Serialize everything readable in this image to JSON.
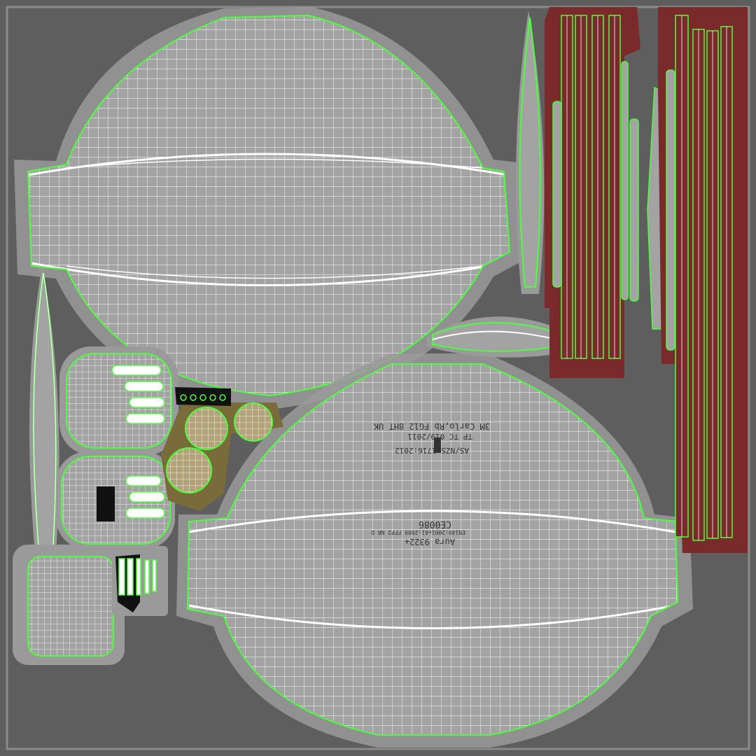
{
  "colors": {
    "background": "#5e5e5e",
    "frame": "#8a8a8a",
    "padding": "#9a9a9a",
    "island_fill": "#a3a3a3",
    "wire": "#ffffff",
    "seam": "#4cff3c",
    "strap_red": "#7a2a2a",
    "valve_tan": "#7a6b3a",
    "dark_block": "#111111"
  },
  "printed_text": {
    "cert_line_1": "3M Carlo,Rb FG12 8HT UK",
    "cert_line_2": "TP TC 019/2011",
    "cert_line_3": "AS/NZS 1716:2012",
    "cert_line_4": "CE0086",
    "cert_line_5": "Aura 9322+",
    "cert_line_6": "EN149:2001+A1:2009 FFP2 NR D"
  },
  "icons": {
    "ear_loop_strip": "strap-icon",
    "valve": "valve-icon"
  }
}
